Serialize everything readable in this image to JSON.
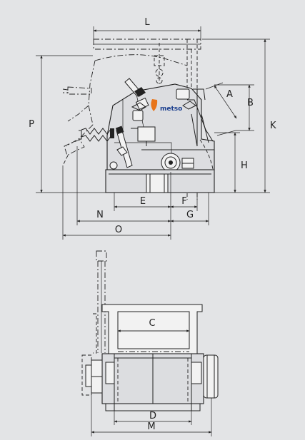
{
  "diagram": {
    "logo_text": "metso",
    "colors": {
      "background": "#e3e4e6",
      "line": "#222222",
      "logo_orange": "#e8751a",
      "logo_blue": "#1b3f8f"
    },
    "side_view_labels": {
      "L": "L",
      "A": "A",
      "B": "B",
      "K": "K",
      "P": "P",
      "H": "H",
      "E": "E",
      "F": "F",
      "N": "N",
      "G": "G",
      "O": "O"
    },
    "top_view_labels": {
      "C": "C",
      "D": "D",
      "M": "M"
    }
  }
}
